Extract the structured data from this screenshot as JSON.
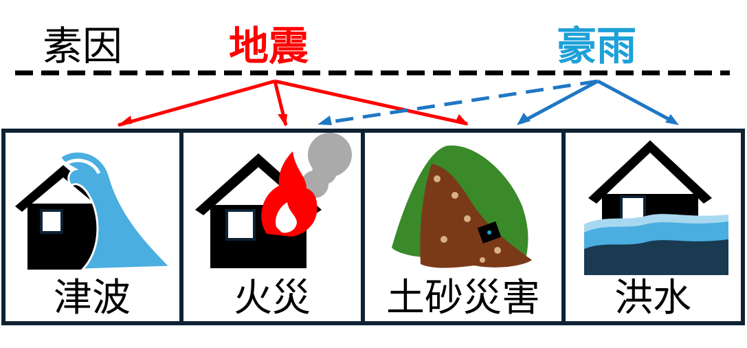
{
  "header": {
    "factor_label": "素因",
    "earthquake_label": "地震",
    "rain_label": "豪雨"
  },
  "panels": [
    {
      "label": "津波",
      "icon": "tsunami-house-icon"
    },
    {
      "label": "火災",
      "icon": "burning-house-icon"
    },
    {
      "label": "土砂災害",
      "icon": "landslide-icon"
    },
    {
      "label": "洪水",
      "icon": "flooded-house-icon"
    }
  ],
  "colors": {
    "earthquake": "#ff0000",
    "rain": "#1f77c4",
    "rain_text": "#1ea0d8",
    "frame": "#0e2233",
    "house": "#000000",
    "wave": "#4aaee0",
    "smoke": "#aaaaaa",
    "hill": "#3a8a2a",
    "mud": "#7a3a18"
  }
}
